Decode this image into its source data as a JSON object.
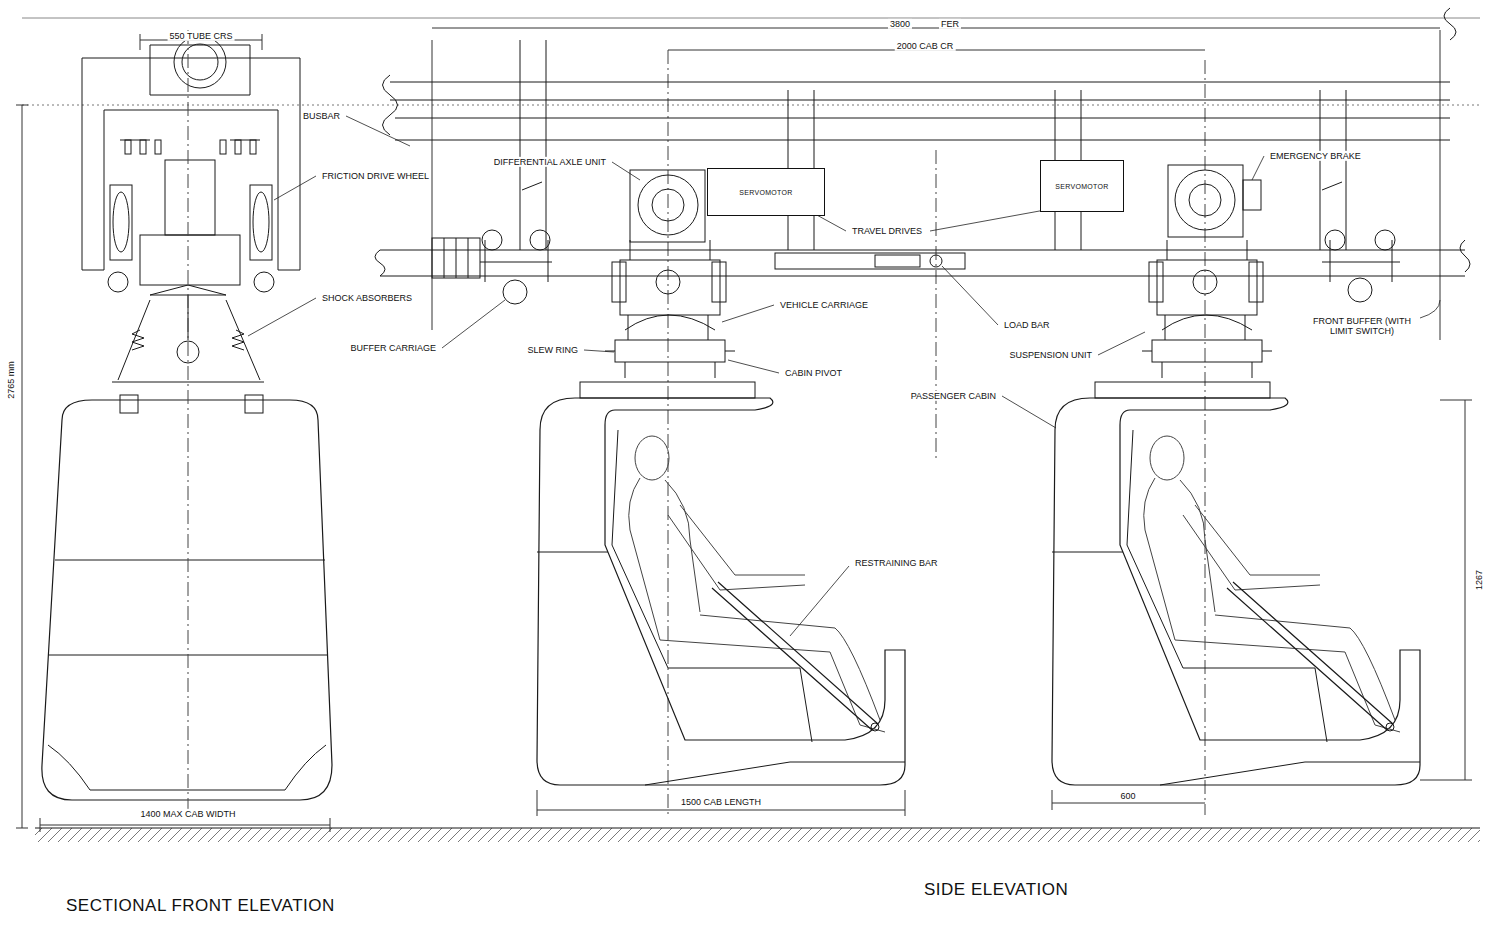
{
  "diagram": {
    "nodes": [
      {
        "text": [
          "SERVOMOTOR"
        ]
      },
      {
        "text": [
          "SERVOMOTOR"
        ]
      }
    ],
    "labels": [
      "550 TUBE CRS",
      "3800",
      "FER",
      "2000 CAB CR",
      "BUSBAR",
      "FRICTION DRIVE WHEEL",
      "SHOCK ABSORBERS",
      "DIFFERENTIAL AXLE UNIT",
      "TRAVEL DRIVES",
      "EMERGENCY BRAKE",
      "BUFFER CARRIAGE",
      "VEHICLE CARRIAGE",
      "SLEW RING",
      "CABIN PIVOT",
      "LOAD BAR",
      "SUSPENSION UNIT",
      "FRONT BUFFER (WITH LIMIT SWITCH)",
      "PASSENGER CABIN",
      "RESTRAINING BAR",
      "2765 mm",
      "1400 MAX CAB WIDTH",
      "1500 CAB LENGTH",
      "600",
      "1267",
      "SECTIONAL FRONT ELEVATION",
      "SIDE ELEVATION"
    ]
  }
}
